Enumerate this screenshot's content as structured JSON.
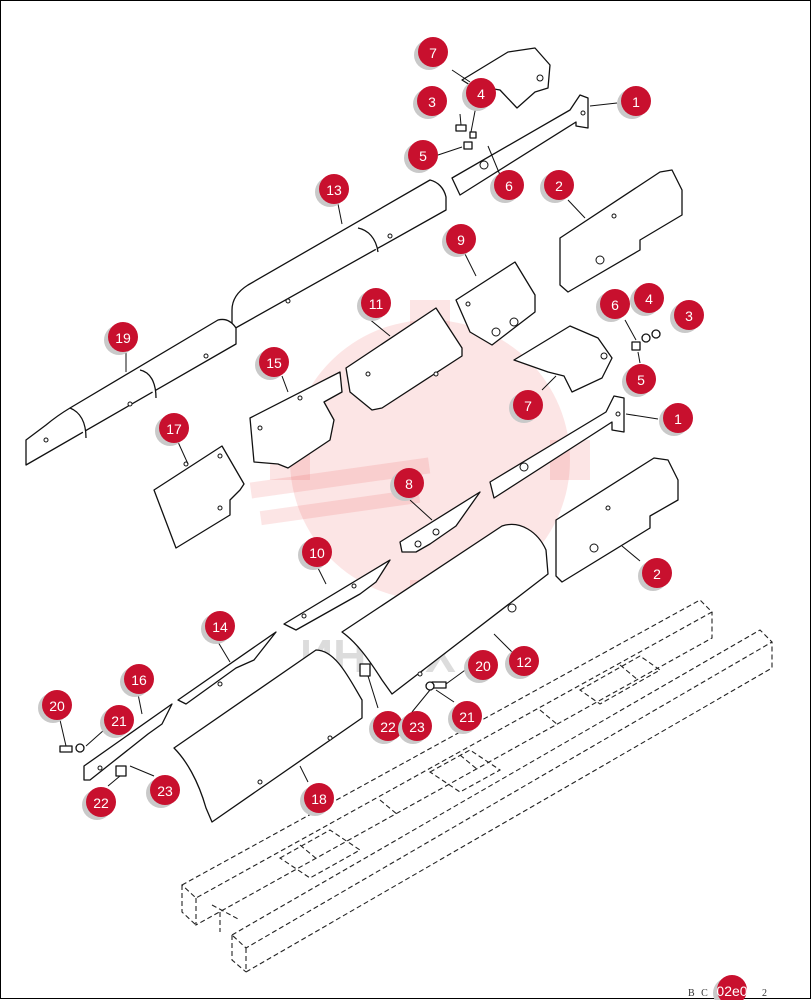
{
  "watermark": {
    "text": "ИНТЕХ"
  },
  "drawing_code": {
    "prefix": "B C",
    "suffix": "2"
  },
  "accent_color": "#c8102e",
  "balloons": [
    {
      "id": "b-7-top",
      "label": "7"
    },
    {
      "id": "b-3-top",
      "label": "3"
    },
    {
      "id": "b-4-top",
      "label": "4"
    },
    {
      "id": "b-1-top",
      "label": "1"
    },
    {
      "id": "b-5-top",
      "label": "5"
    },
    {
      "id": "b-6-top",
      "label": "6"
    },
    {
      "id": "b-13",
      "label": "13"
    },
    {
      "id": "b-2-top",
      "label": "2"
    },
    {
      "id": "b-9",
      "label": "9"
    },
    {
      "id": "b-19",
      "label": "19"
    },
    {
      "id": "b-11",
      "label": "11"
    },
    {
      "id": "b-6-mid",
      "label": "6"
    },
    {
      "id": "b-4-mid",
      "label": "4"
    },
    {
      "id": "b-3-mid",
      "label": "3"
    },
    {
      "id": "b-15",
      "label": "15"
    },
    {
      "id": "b-5-mid",
      "label": "5"
    },
    {
      "id": "b-7-mid",
      "label": "7"
    },
    {
      "id": "b-1-mid",
      "label": "1"
    },
    {
      "id": "b-17",
      "label": "17"
    },
    {
      "id": "b-8",
      "label": "8"
    },
    {
      "id": "b-10",
      "label": "10"
    },
    {
      "id": "b-2-mid",
      "label": "2"
    },
    {
      "id": "b-14",
      "label": "14"
    },
    {
      "id": "b-12",
      "label": "12"
    },
    {
      "id": "b-20-right",
      "label": "20"
    },
    {
      "id": "b-16",
      "label": "16"
    },
    {
      "id": "b-20-left",
      "label": "20"
    },
    {
      "id": "b-21-left",
      "label": "21"
    },
    {
      "id": "b-22-mid",
      "label": "22"
    },
    {
      "id": "b-23-mid",
      "label": "23"
    },
    {
      "id": "b-21-right",
      "label": "21"
    },
    {
      "id": "b-23-left",
      "label": "23"
    },
    {
      "id": "b-22-left",
      "label": "22"
    },
    {
      "id": "b-18",
      "label": "18"
    },
    {
      "id": "b-code",
      "label": "02e0"
    }
  ]
}
